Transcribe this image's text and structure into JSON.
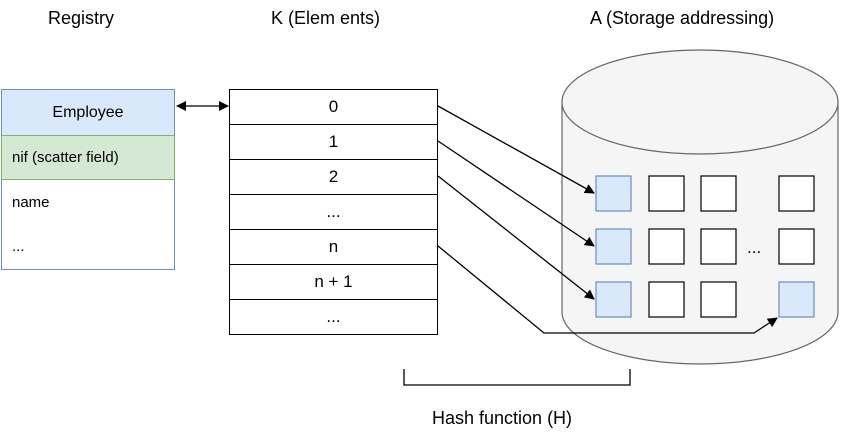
{
  "titles": {
    "registry": "Registry",
    "elements": "K (Elem ents)",
    "storage": "A (Storage addressing)"
  },
  "registry": {
    "header": "Employee",
    "scatter_field": "nif (scatter field)",
    "rows": [
      "name",
      "..."
    ]
  },
  "elements": [
    "0",
    "1",
    "2",
    "...",
    "n",
    "n + 1",
    "..."
  ],
  "storage": {
    "ellipsis": "...",
    "highlight_color": "#dae8fc",
    "cell_border_color": "#6c8ebf"
  },
  "hash_function": "Hash function (H)",
  "colors": {
    "registry_header": "#dae8fc",
    "registry_border": "#6c8ebf",
    "scatter_field_fill": "#d5e8d4",
    "scatter_field_border": "#82b366",
    "cylinder_fill": "#f5f5f5"
  }
}
